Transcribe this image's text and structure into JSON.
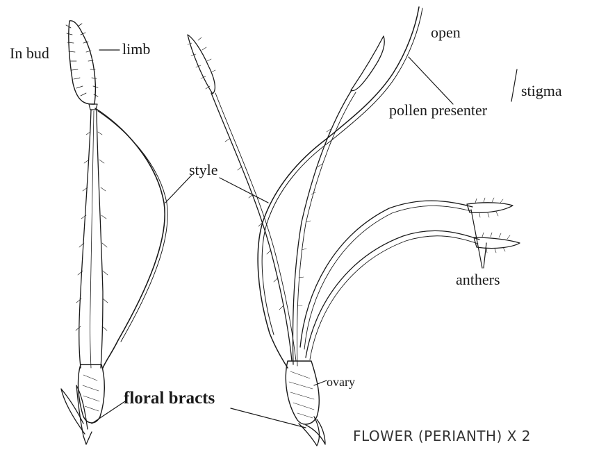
{
  "labels": {
    "in_bud": "In bud",
    "limb": "limb",
    "open": "open",
    "pollen_presenter": "pollen presenter",
    "stigma": "stigma",
    "style": "style",
    "anthers": "anthers",
    "ovary": "ovary",
    "floral_bracts": "floral bracts",
    "caption": "FLOWER (PERIANTH) X 2"
  },
  "colors": {
    "ink": "#1a1a1a",
    "background": "#ffffff"
  }
}
